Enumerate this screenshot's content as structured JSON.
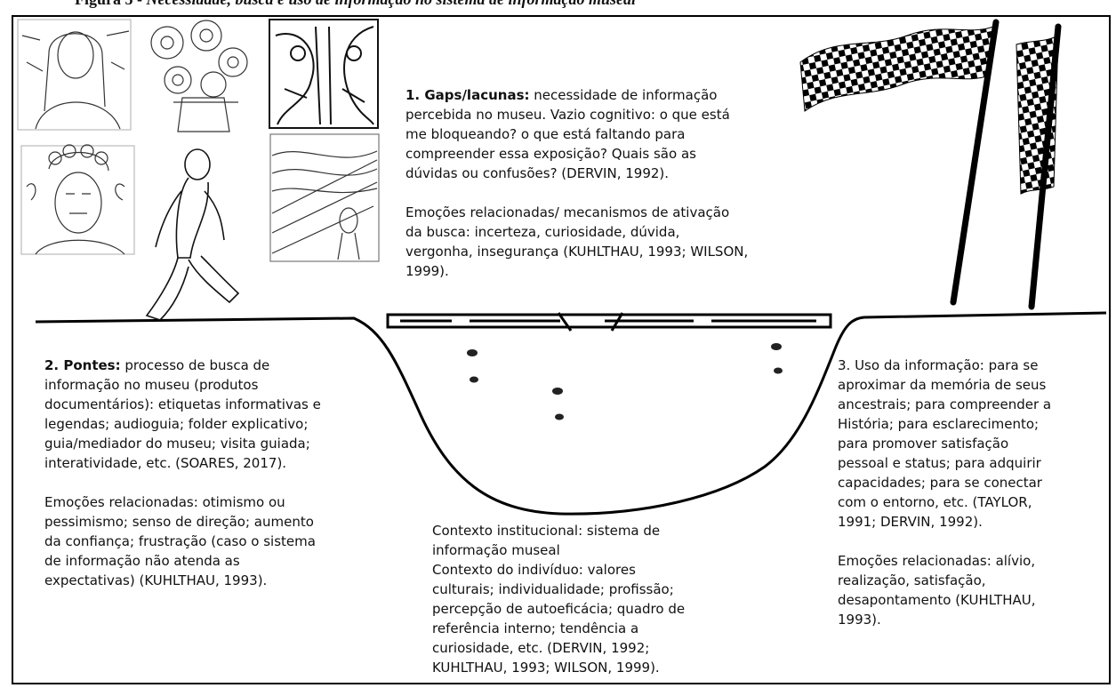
{
  "caption": {
    "prefix": "Figura 5 - ",
    "italic": "Necessidade, busca e uso de informação no sistema de informação museal"
  },
  "gaps": {
    "title": "1. Gaps/lacunas:",
    "lines": [
      " necessidade de informação",
      "percebida no museu. Vazio cognitivo: o que está",
      "me bloqueando? o que está faltando para",
      "compreender essa exposição? Quais são as",
      "dúvidas ou confusões? (DERVIN, 1992)."
    ],
    "emotions": [
      "Emoções relacionadas/ mecanismos de ativação",
      "da busca: incerteza, curiosidade, dúvida,",
      "vergonha, insegurança (KUHLTHAU, 1993; WILSON,",
      "1999)."
    ]
  },
  "pontes": {
    "title": "2. Pontes:",
    "lines": [
      " processo de busca de",
      "informação no museu (produtos",
      "documentários): etiquetas informativas e",
      "legendas; audioguia; folder explicativo;",
      "guia/mediador do museu; visita guiada;",
      "interatividade, etc. (SOARES, 2017)."
    ],
    "emotions": [
      "Emoções relacionadas: otimismo ou",
      "pessimismo; senso de direção; aumento",
      "da confiança; frustração (caso o sistema",
      "de informação não atenda as",
      "expectativas) (KUHLTHAU, 1993)."
    ]
  },
  "uso": {
    "lines": [
      "3. Uso da informação: para se",
      "aproximar da memória de seus",
      "ancestrais; para compreender a",
      "História; para esclarecimento;",
      "para promover satisfação",
      "pessoal e status; para adquirir",
      "capacidades; para se conectar",
      "com o entorno, etc. (TAYLOR,",
      "1991; DERVIN, 1992)."
    ],
    "emotions": [
      "Emoções relacionadas: alívio,",
      "realização, satisfação,",
      "desapontamento (KUHLTHAU,",
      "1993)."
    ]
  },
  "contexto": {
    "lines": [
      "Contexto institucional: sistema de",
      "informação museal",
      "Contexto do indivíduo: valores",
      "culturais; individualidade; profissão;",
      "percepção de autoeficácia; quadro de",
      "referência interno; tendência a",
      "curiosidade, etc. (DERVIN, 1992;",
      "KUHLTHAU, 1993; WILSON, 1999)."
    ]
  },
  "colors": {
    "ink": "#000000",
    "paper": "#ffffff"
  }
}
